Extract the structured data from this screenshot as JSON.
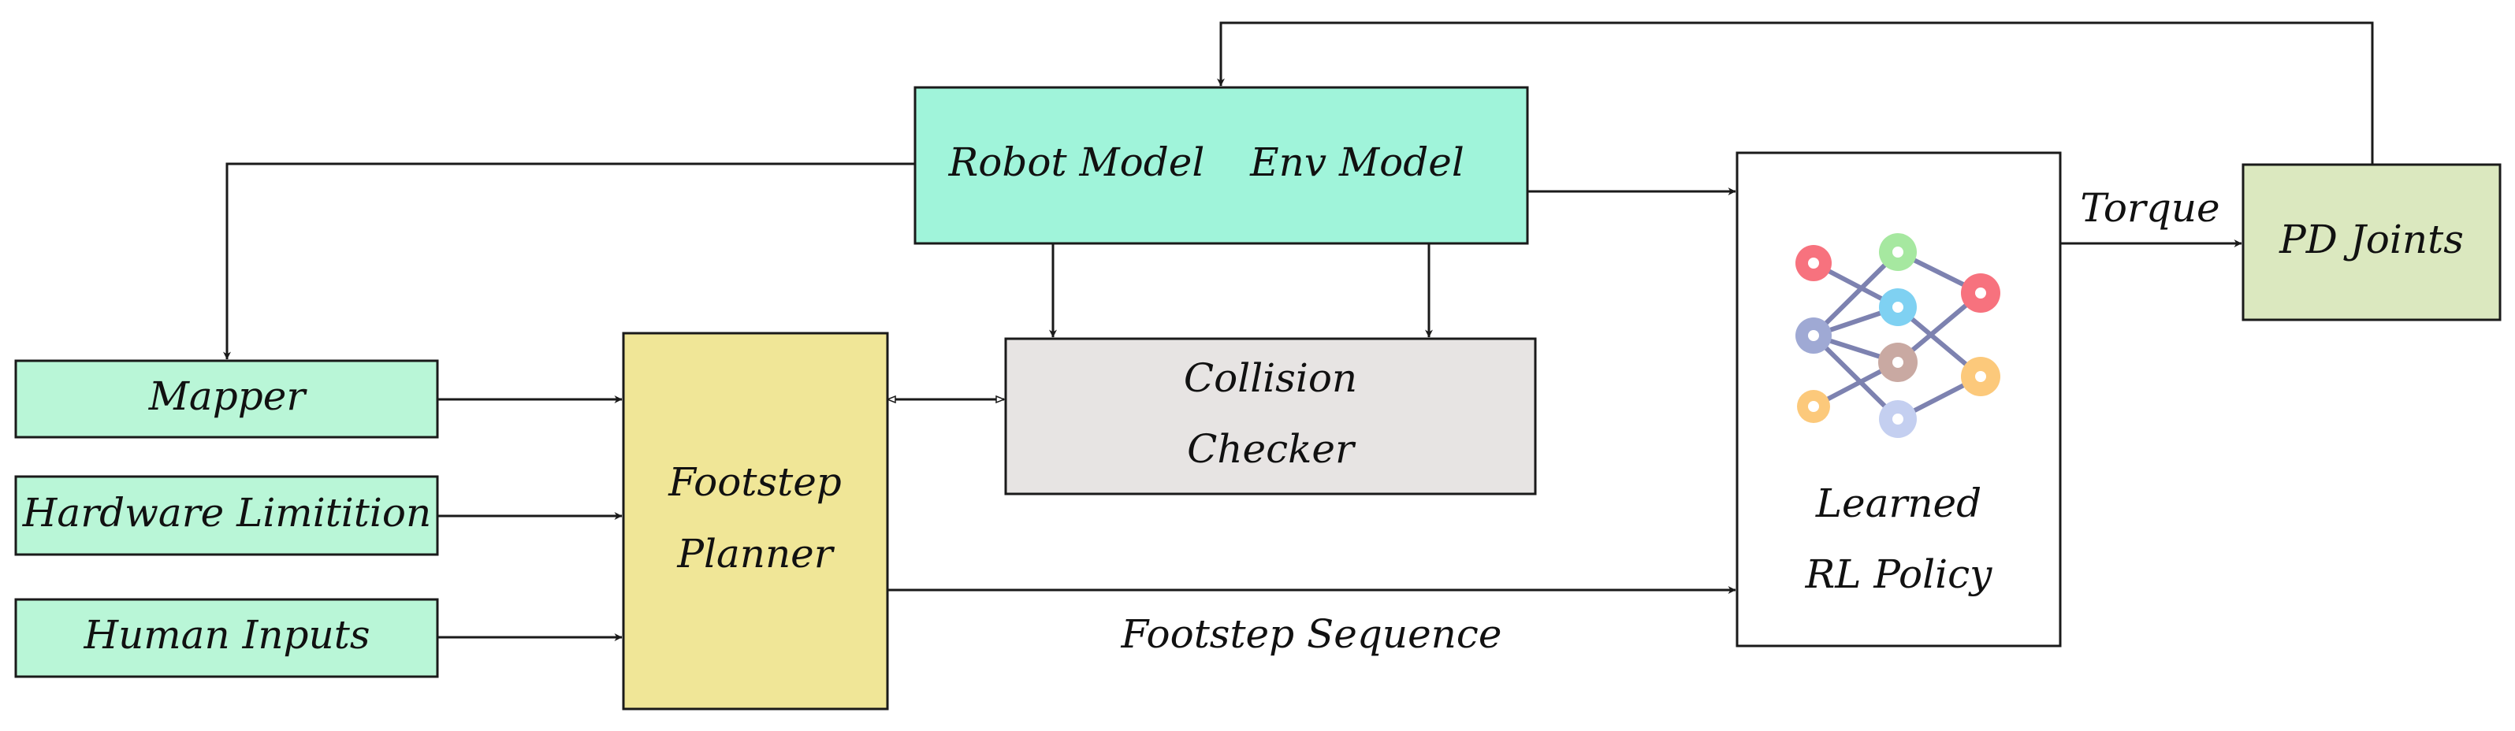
{
  "diagram": {
    "blocks": {
      "robot_model": "Robot Model",
      "env_model": "Env Model",
      "mapper": "Mapper",
      "hardware_limits": "Hardware Limitition",
      "human_inputs": "Human Inputs",
      "footstep_planner_line1": "Footstep",
      "footstep_planner_line2": "Planner",
      "collision_checker_line1": "Collision",
      "collision_checker_line2": "Checker",
      "rl_policy_line1": "Learned",
      "rl_policy_line2": "RL Policy",
      "pd_joints": "PD Joints"
    },
    "edge_labels": {
      "torque": "Torque",
      "footstep_sequence": "Footstep Sequence"
    },
    "colors": {
      "model_block": "#a0f4da",
      "input_block": "#b9f6d7",
      "planner_block": "#f0e697",
      "checker_block": "#e7e4e3",
      "policy_block": "#ffffff",
      "joints_block": "#dbe8bf",
      "network_edge": "#7d82b0"
    },
    "network_icon": "neural-network-icon"
  }
}
